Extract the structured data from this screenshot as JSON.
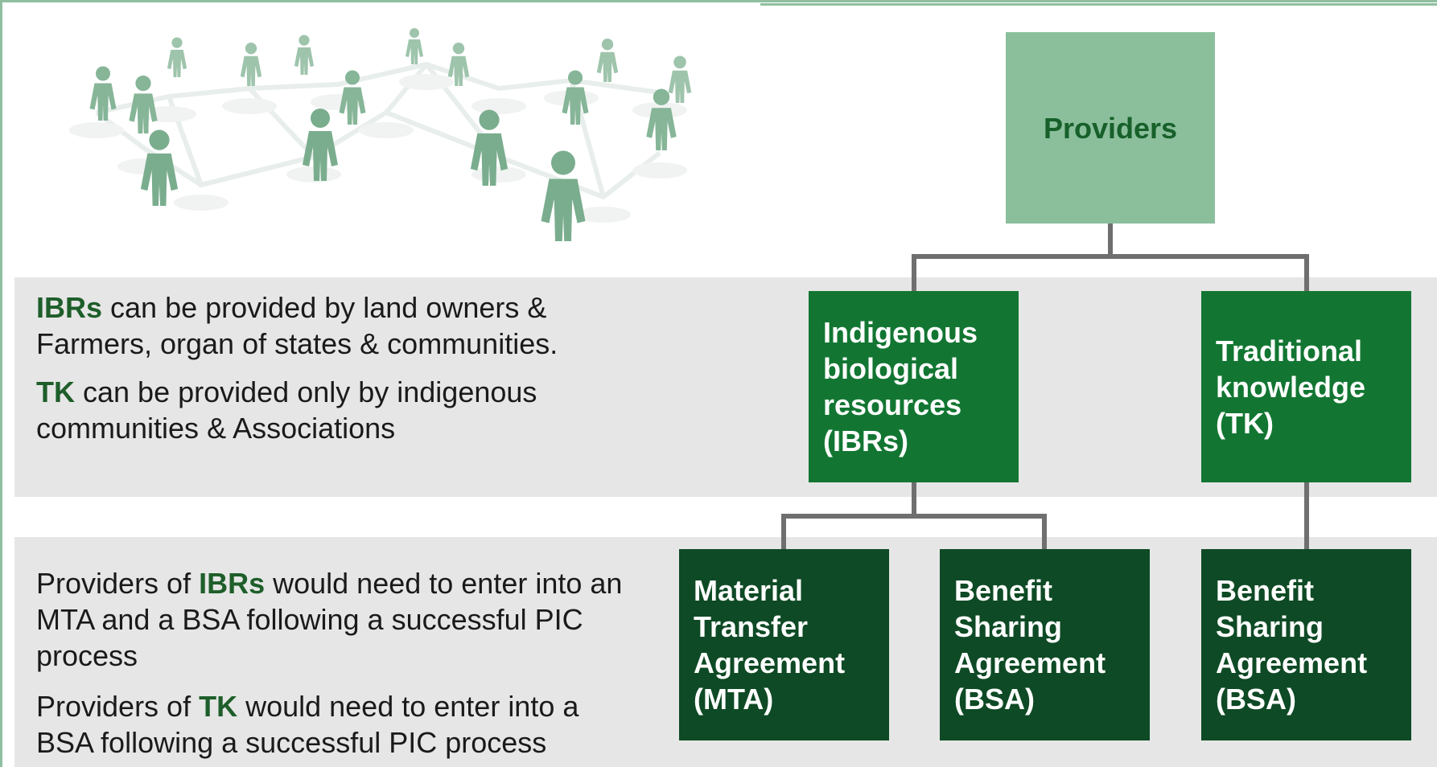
{
  "left_text": {
    "top": {
      "p1": {
        "kw": "IBRs",
        "rest": " can be provided by land owners & Farmers, organ of states & communities."
      },
      "p2": {
        "kw": "TK",
        "rest": " can be provided only by indigenous communities &  Associations"
      }
    },
    "bottom": {
      "p1": {
        "pre": "Providers of ",
        "kw": "IBRs",
        "rest": " would need to enter into an MTA and a BSA following a successful PIC process"
      },
      "p2": {
        "pre": "Providers of ",
        "kw": "TK",
        "rest": " would need to enter into a BSA following a successful PIC process"
      }
    }
  },
  "tree": {
    "root": "Providers",
    "ibr": [
      "Indigenous",
      "biological",
      "resources",
      "(IBRs)"
    ],
    "tk": [
      "Traditional",
      "knowledge",
      "(TK)"
    ],
    "mta": [
      "Material",
      "Transfer",
      "Agreement",
      "(MTA)"
    ],
    "bsa_ibr": [
      "Benefit",
      "Sharing",
      "Agreement",
      "(BSA)"
    ],
    "bsa_tk": [
      "Benefit",
      "Sharing",
      "Agreement",
      "(BSA)"
    ]
  },
  "colors": {
    "root_fill": "#8bbf9c",
    "level2_fill": "#127632",
    "level3_fill": "#0e4a25",
    "keyword_text": "#1e5e2a",
    "connector": "#6f6f6f",
    "band": "#e6e6e6"
  },
  "illustration": {
    "icon": "people-network-icon"
  }
}
